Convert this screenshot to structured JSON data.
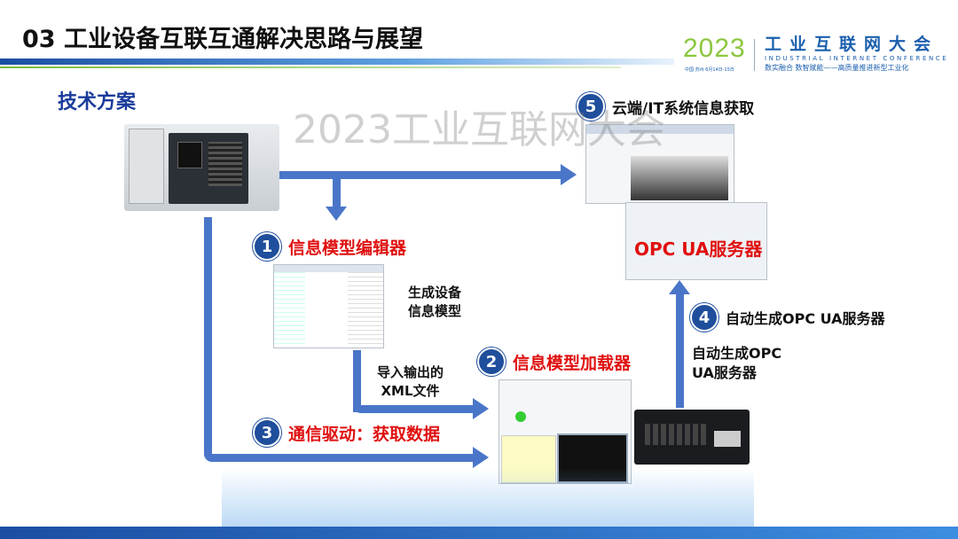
{
  "header": {
    "title": "03 工业设备互联互通解决思路与展望"
  },
  "logo": {
    "year": "2023",
    "cn": "工业互联网大会",
    "en": "INDUSTRIAL INTERNET CONFERENCE",
    "slogan": "数实融合  数智赋能——高质量推进新型工业化",
    "location": "中国·苏州  6月14日-15日"
  },
  "section": "技术方案",
  "steps": [
    {
      "num": "1",
      "label": "信息模型编辑器"
    },
    {
      "num": "2",
      "label": "信息模型加载器"
    },
    {
      "num": "3",
      "label": "通信驱动：获取数据"
    },
    {
      "num": "4",
      "label": "自动生成OPC UA服务器"
    },
    {
      "num": "5",
      "label": "云端/IT系统信息获取"
    }
  ],
  "notes": {
    "generate_model": "生成设备\n信息模型",
    "import_xml": "导入输出的\nXML文件",
    "opcua_server": "OPC UA服务器",
    "auto_line1": "自动生成OPC",
    "auto_line2": "UA服务器"
  },
  "watermark": "2023工业互联网大会",
  "colors": {
    "arrow": "#4a76c9",
    "circle": "#1f4e9c",
    "red": "#e01010"
  }
}
